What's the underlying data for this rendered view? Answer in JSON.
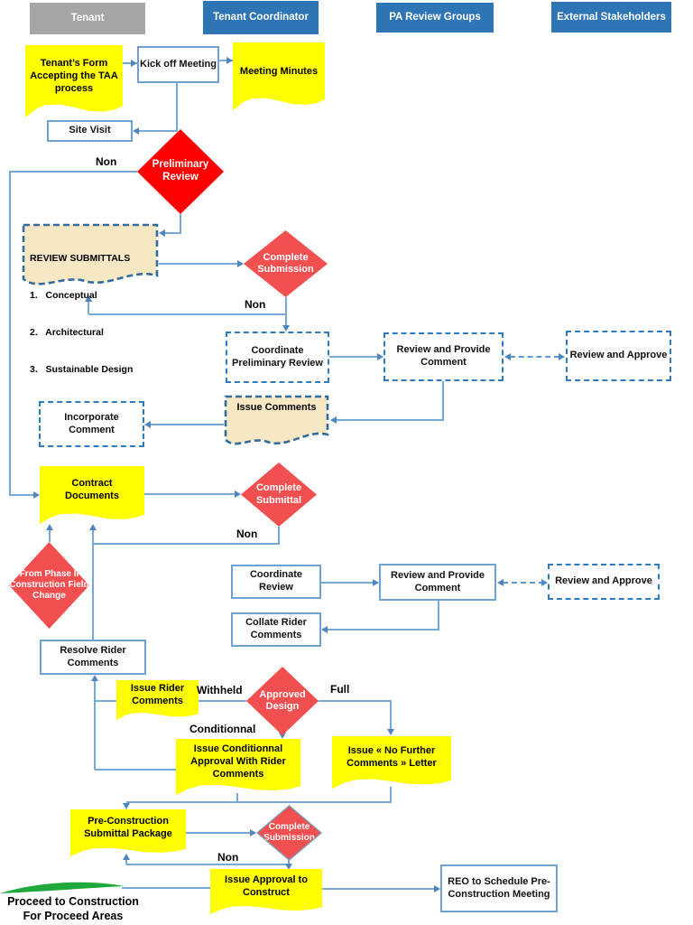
{
  "lanes": {
    "tenant": "Tenant",
    "tenant_coordinator": "Tenant Coordinator",
    "pa_review_groups": "PA Review Groups",
    "external_stakeholders": "External Stakeholders"
  },
  "nodes": {
    "tenants_form": "Tenant’s Form Accepting the TAA process",
    "kick_off": "Kick off Meeting",
    "meeting_minutes": "Meeting Minutes",
    "site_visit": "Site Visit",
    "preliminary_review": "Preliminary Review",
    "review_submittals_title": "REVIEW SUBMITTALS",
    "review_submittals_items": [
      "1.   Conceptual",
      "2.   Architectural",
      "3.   Sustainable Design"
    ],
    "complete_submission_1": "Complete Submission",
    "coordinate_preliminary_review": "Coordinate Preliminary Review",
    "review_provide_comment_1": "Review and Provide Comment",
    "review_approve_1": "Review and Approve",
    "issue_comments": "Issue Comments",
    "incorporate_comment": "Incorporate Comment",
    "contract_documents": "Contract Documents",
    "complete_submittal": "Complete Submittal",
    "from_phase_ii": "From Phase II Construction Field Change",
    "coordinate_review": "Coordinate Review",
    "review_provide_comment_2": "Review and Provide Comment",
    "review_approve_2": "Review and Approve",
    "collate_rider_comments": "Collate Rider Comments",
    "resolve_rider_comments": "Resolve Rider Comments",
    "issue_rider_comments": "Issue Rider Comments",
    "approved_design": "Approved Design",
    "issue_conditional_approval": "Issue Conditionnal Approval With Rider Comments",
    "issue_no_further": "Issue « No Further Comments » Letter",
    "pre_construction_package": "Pre-Construction Submittal Package",
    "complete_submission_2": "Complete Submission",
    "issue_approval_construct": "Issue Approval to Construct",
    "reo_schedule": "REO to Schedule Pre-Construction Meeting",
    "proceed_construction": "Proceed to Construction For Proceed Areas"
  },
  "edge_labels": {
    "non_preliminary": "Non",
    "non_submission_1": "Non",
    "non_submittal": "Non",
    "withheld": "Withheld",
    "full": "Full",
    "conditional": "Conditionnal",
    "non_submission_2": "Non"
  },
  "colors": {
    "header_blue": "#2e75b6",
    "header_gray": "#a6a6a6",
    "note_yellow": "#ffff00",
    "diamond_red": "#fe0000",
    "diamond_salmon": "#f25050",
    "diamond2_border": "#8496b0",
    "document_tan": "#f6e8c4",
    "tan_border": "#336b9b",
    "dashed_box_blue": "#2f7ac0",
    "solid_box_blue": "#6fa1d2",
    "connector_blue": "#74a9d8",
    "proceed_green": "#1fa83c"
  }
}
